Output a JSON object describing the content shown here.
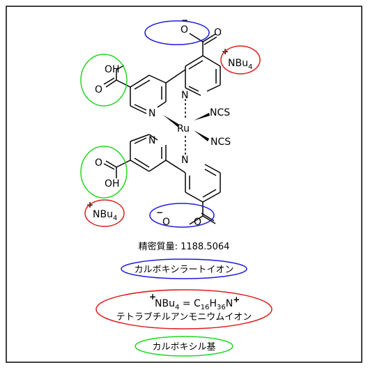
{
  "molecule": {
    "metal": "Ru",
    "ligand_ncs": "NCS",
    "pyridine_n": "N",
    "carboxylate_o_minus": "O",
    "carboxylate_o": "O",
    "carboxyl_oh": "OH",
    "carboxyl_o": "O",
    "counterion_main": "NBu",
    "counterion_sub": "4",
    "charge_minus": "−",
    "charge_plus": "+"
  },
  "exact_mass": {
    "label": "精密質量: 1188.5064"
  },
  "legend": {
    "carboxylate": "カルボキシラートイオン",
    "nbu4_formula_main": "NBu",
    "nbu4_formula_sub": "4",
    "nbu4_formula_eq": " = C",
    "nbu4_formula_c_sub": "16",
    "nbu4_formula_h": "H",
    "nbu4_formula_h_sub": "36",
    "nbu4_formula_n": "N",
    "nbu4_name": "テトラブチルアンモニウムイオン",
    "carboxyl": "カルボキシル基"
  },
  "colors": {
    "blue": "#1a1adb",
    "red": "#e01b1b",
    "green": "#22d622",
    "black": "#000000"
  }
}
